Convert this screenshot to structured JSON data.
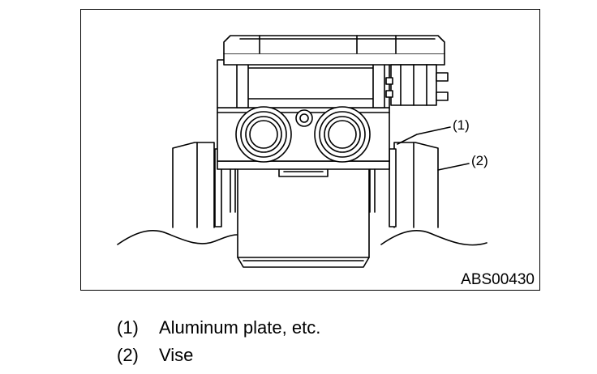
{
  "figure": {
    "id": "ABS00430",
    "callouts": [
      {
        "number": "(1)",
        "label": "Aluminum plate, etc."
      },
      {
        "number": "(2)",
        "label": "Vise"
      }
    ]
  }
}
